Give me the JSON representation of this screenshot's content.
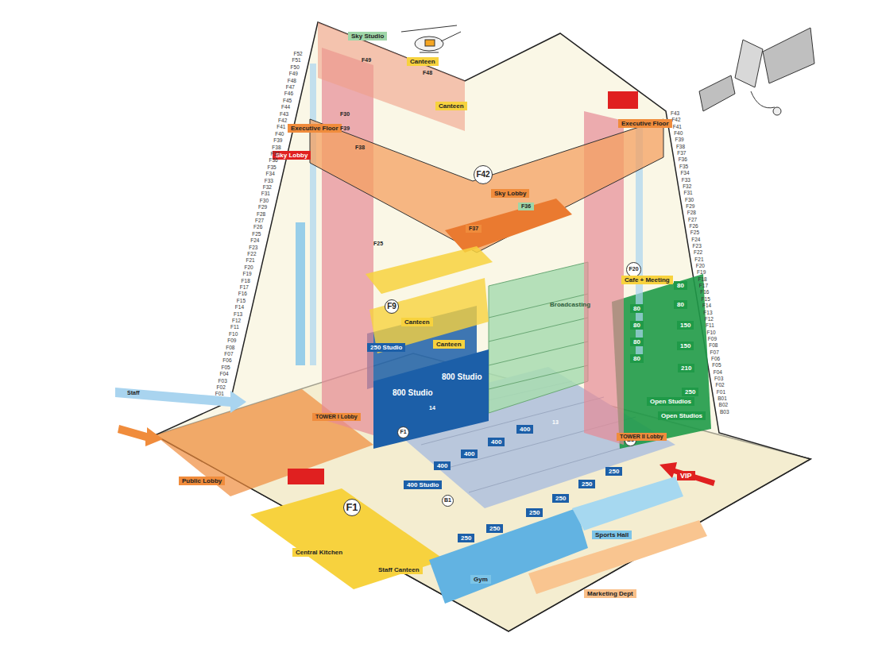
{
  "diagram": {
    "nodes": [
      {
        "text": [
          "Sky Studio"
        ]
      },
      {
        "text": [
          "Canteen"
        ]
      },
      {
        "text": [
          "Canteen"
        ]
      },
      {
        "text": [
          "Executive Floor"
        ]
      },
      {
        "text": [
          "Sky Lobby"
        ]
      },
      {
        "text": [
          "Executive Floor"
        ]
      },
      {
        "text": [
          "F42"
        ]
      },
      {
        "text": [
          "Sky Lobby"
        ]
      },
      {
        "text": [
          "F37"
        ]
      },
      {
        "text": [
          "F36"
        ]
      },
      {
        "text": [
          "F9"
        ]
      },
      {
        "text": [
          "Canteen"
        ]
      },
      {
        "text": [
          "Canteen"
        ]
      },
      {
        "text": [
          "F20"
        ]
      },
      {
        "text": [
          "Cafe + Meeting"
        ]
      },
      {
        "text": [
          "250 Studio"
        ]
      },
      {
        "text": [
          "Broadcasting"
        ]
      },
      {
        "text": [
          "80"
        ]
      },
      {
        "text": [
          "80"
        ]
      },
      {
        "text": [
          "80"
        ]
      },
      {
        "text": [
          "80"
        ]
      },
      {
        "text": [
          "150"
        ]
      },
      {
        "text": [
          "80"
        ]
      },
      {
        "text": [
          "150"
        ]
      },
      {
        "text": [
          "80"
        ]
      },
      {
        "text": [
          "210"
        ]
      },
      {
        "text": [
          "250"
        ]
      },
      {
        "text": [
          "800 Studio"
        ]
      },
      {
        "text": [
          "800 Studio"
        ]
      },
      {
        "text": [
          "Open Studios"
        ]
      },
      {
        "text": [
          "Open Studios"
        ]
      },
      {
        "text": [
          "F1"
        ]
      },
      {
        "text": [
          "B1"
        ]
      },
      {
        "text": [
          "TOWER I Lobby"
        ]
      },
      {
        "text": [
          "TOWER II Lobby"
        ]
      },
      {
        "text": [
          "400"
        ]
      },
      {
        "text": [
          "400"
        ]
      },
      {
        "text": [
          "400"
        ]
      },
      {
        "text": [
          "400"
        ]
      },
      {
        "text": [
          "400 Studio"
        ]
      },
      {
        "text": [
          "VIP"
        ]
      },
      {
        "text": [
          "Public Lobby"
        ]
      },
      {
        "text": [
          "B1"
        ]
      },
      {
        "text": [
          "250"
        ]
      },
      {
        "text": [
          "250"
        ]
      },
      {
        "text": [
          "250"
        ]
      },
      {
        "text": [
          "250"
        ]
      },
      {
        "text": [
          "250"
        ]
      },
      {
        "text": [
          "250"
        ]
      },
      {
        "text": [
          "F1"
        ]
      },
      {
        "text": [
          "Sports Hall"
        ]
      },
      {
        "text": [
          "Central Kitchen"
        ]
      },
      {
        "text": [
          "Staff Canteen"
        ]
      },
      {
        "text": [
          "Gym"
        ]
      },
      {
        "text": [
          "Marketing Dept"
        ]
      }
    ],
    "labels": [
      "F52",
      "F51",
      "F50",
      "F49",
      "F48",
      "F47",
      "F46",
      "F45",
      "F44",
      "F43",
      "F42",
      "F41",
      "F40",
      "F39",
      "F38",
      "F37",
      "F36",
      "F35",
      "F34",
      "F33",
      "F32",
      "F31",
      "F30",
      "F29",
      "F28",
      "F27",
      "F26",
      "F25",
      "F24",
      "F23",
      "F22",
      "F21",
      "F20",
      "F19",
      "F18",
      "F17",
      "F16",
      "F15",
      "F14",
      "F13",
      "F12",
      "F11",
      "F10",
      "F09",
      "F08",
      "F07",
      "F06",
      "F05",
      "F04",
      "F03",
      "F02",
      "F01",
      "F43",
      "F42",
      "F41",
      "F40",
      "F39",
      "F38",
      "F37",
      "F36",
      "F35",
      "F34",
      "F33",
      "F32",
      "F31",
      "F30",
      "F29",
      "F28",
      "F27",
      "F26",
      "F25",
      "F24",
      "F23",
      "F22",
      "F21",
      "F20",
      "F19",
      "F18",
      "F17",
      "F16",
      "F15",
      "F14",
      "F13",
      "F12",
      "F11",
      "F10",
      "F09",
      "F08",
      "F07",
      "F06",
      "F05",
      "F04",
      "F03",
      "F02",
      "F01",
      "B01",
      "B02",
      "B03",
      "F49",
      "F48",
      "F39",
      "F38",
      "F25",
      "F30",
      "14",
      "13",
      "Staff"
    ]
  }
}
